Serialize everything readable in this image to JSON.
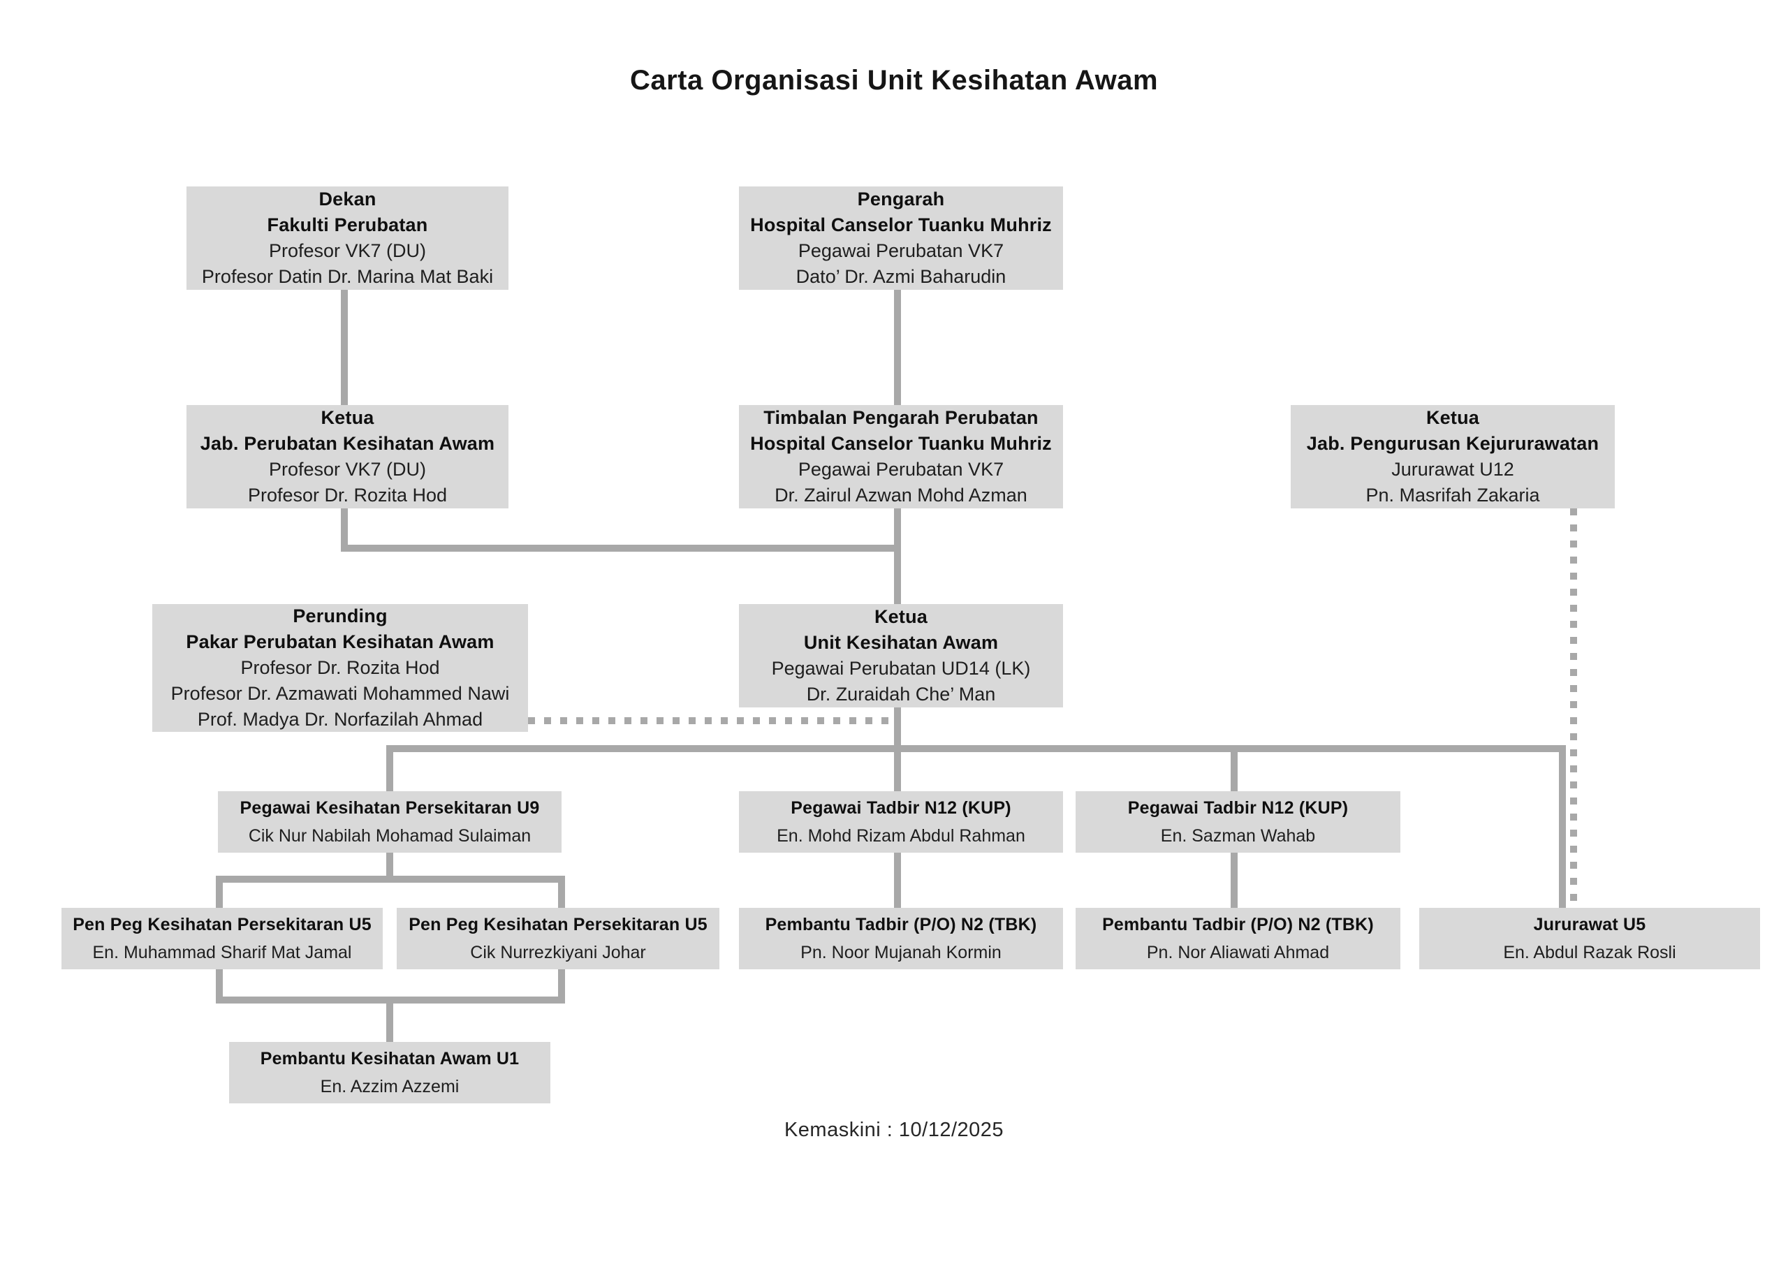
{
  "title": {
    "line1": "Carta Organisasi",
    "line2": "Unit Kesihatan Awam"
  },
  "footer": {
    "updated": "Kemaskini : 10/12/2025"
  },
  "colors": {
    "box_bg": "#d9d9d9",
    "connector": "#a8a8a8",
    "text": "#1e1e1e",
    "background": "#ffffff"
  },
  "nodes": {
    "dekan": {
      "title1": "Dekan",
      "title2": "Fakulti Perubatan",
      "sub1": "Profesor VK7 (DU)",
      "sub2": "Profesor Datin Dr. Marina Mat Baki"
    },
    "pengarah": {
      "title1": "Pengarah",
      "title2": "Hospital Canselor Tuanku Muhriz",
      "sub1": "Pegawai Perubatan VK7",
      "sub2": "Dato’ Dr. Azmi Baharudin"
    },
    "ketua_jpka": {
      "title1": "Ketua",
      "title2": "Jab. Perubatan Kesihatan Awam",
      "sub1": "Profesor VK7 (DU)",
      "sub2": "Profesor Dr. Rozita Hod"
    },
    "timbalan": {
      "title1": "Timbalan Pengarah Perubatan",
      "title2": "Hospital Canselor Tuanku Muhriz",
      "sub1": "Pegawai Perubatan VK7",
      "sub2": "Dr. Zairul Azwan Mohd Azman"
    },
    "ketua_jpk": {
      "title1": "Ketua",
      "title2": "Jab. Pengurusan Kejururawatan",
      "sub1": "Jururawat U12",
      "sub2": "Pn. Masrifah Zakaria"
    },
    "perunding": {
      "title1": "Perunding",
      "title2": "Pakar Perubatan Kesihatan Awam",
      "sub1": "Profesor Dr. Rozita Hod",
      "sub2": "Profesor Dr. Azmawati Mohammed Nawi",
      "sub3": "Prof. Madya Dr. Norfazilah Ahmad"
    },
    "ketua_uka": {
      "title1": "Ketua",
      "title2": "Unit Kesihatan Awam",
      "sub1": "Pegawai Perubatan UD14 (LK)",
      "sub2": "Dr. Zuraidah Che’ Man"
    },
    "pkp_u9": {
      "title1": "Pegawai Kesihatan Persekitaran U9",
      "sub1": "Cik Nur Nabilah Mohamad Sulaiman"
    },
    "pt_n12_1": {
      "title1": "Pegawai Tadbir N12 (KUP)",
      "sub1": "En. Mohd Rizam Abdul Rahman"
    },
    "pt_n12_2": {
      "title1": "Pegawai Tadbir N12 (KUP)",
      "sub1": "En. Sazman Wahab"
    },
    "ppkp_u5_1": {
      "title1": "Pen Peg Kesihatan Persekitaran U5",
      "sub1": "En. Muhammad Sharif Mat Jamal"
    },
    "ppkp_u5_2": {
      "title1": "Pen Peg Kesihatan Persekitaran U5",
      "sub1": "Cik Nurrezkiyani Johar"
    },
    "pto_n2_1": {
      "title1": "Pembantu Tadbir (P/O) N2 (TBK)",
      "sub1": "Pn. Noor Mujanah Kormin"
    },
    "pto_n2_2": {
      "title1": "Pembantu Tadbir (P/O) N2 (TBK)",
      "sub1": "Pn. Nor Aliawati Ahmad"
    },
    "jururawat_u5": {
      "title1": "Jururawat U5",
      "sub1": "En. Abdul Razak Rosli"
    },
    "pka_u1": {
      "title1": "Pembantu Kesihatan Awam U1",
      "sub1": "En. Azzim Azzemi"
    }
  },
  "connections": [
    {
      "from": "Dekan Fakulti Perubatan",
      "to": "Ketua Jab. Perubatan Kesihatan Awam",
      "style": "solid"
    },
    {
      "from": "Pengarah HCTM",
      "to": "Timbalan Pengarah Perubatan HCTM",
      "style": "solid"
    },
    {
      "from": "Ketua Jab. Perubatan Kesihatan Awam",
      "to": "Ketua Unit Kesihatan Awam",
      "style": "solid"
    },
    {
      "from": "Timbalan Pengarah Perubatan HCTM",
      "to": "Ketua Unit Kesihatan Awam",
      "style": "solid"
    },
    {
      "from": "Perunding Pakar Perubatan Kesihatan Awam",
      "to": "Ketua Unit Kesihatan Awam",
      "style": "dotted"
    },
    {
      "from": "Ketua Unit Kesihatan Awam",
      "to": "Pegawai Kesihatan Persekitaran U9",
      "style": "solid"
    },
    {
      "from": "Ketua Unit Kesihatan Awam",
      "to": "Pegawai Tadbir N12 (KUP) En. Mohd Rizam Abdul Rahman",
      "style": "solid"
    },
    {
      "from": "Ketua Unit Kesihatan Awam",
      "to": "Pegawai Tadbir N12 (KUP) En. Sazman Wahab",
      "style": "solid"
    },
    {
      "from": "Ketua Unit Kesihatan Awam",
      "to": "Jururawat U5",
      "style": "solid"
    },
    {
      "from": "Ketua Jab. Pengurusan Kejururawatan",
      "to": "Jururawat U5",
      "style": "dotted"
    },
    {
      "from": "Pegawai Kesihatan Persekitaran U9",
      "to": "Pen Peg Kesihatan Persekitaran U5 En. Muhammad Sharif Mat Jamal",
      "style": "solid"
    },
    {
      "from": "Pegawai Kesihatan Persekitaran U9",
      "to": "Pen Peg Kesihatan Persekitaran U5 Cik Nurrezkiyani Johar",
      "style": "solid"
    },
    {
      "from": "Pegawai Tadbir N12 (KUP) En. Mohd Rizam Abdul Rahman",
      "to": "Pembantu Tadbir (P/O) N2 (TBK) Pn. Noor Mujanah Kormin",
      "style": "solid"
    },
    {
      "from": "Pegawai Tadbir N12 (KUP) En. Sazman Wahab",
      "to": "Pembantu Tadbir (P/O) N2 (TBK) Pn. Nor Aliawati Ahmad",
      "style": "solid"
    },
    {
      "from": "Pen Peg Kesihatan Persekitaran U5 (both)",
      "to": "Pembantu Kesihatan Awam U1",
      "style": "solid"
    }
  ]
}
